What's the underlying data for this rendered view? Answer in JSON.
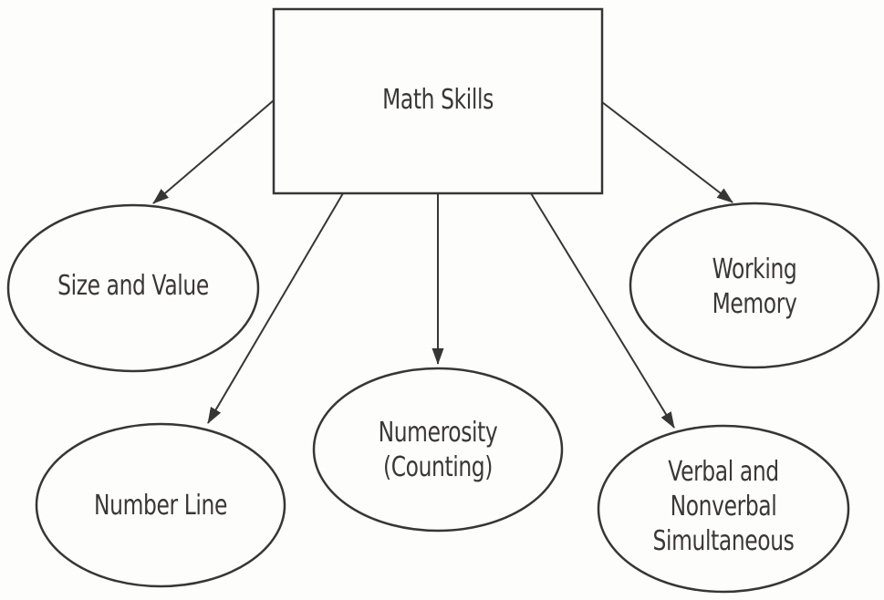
{
  "diagram": {
    "type": "concept-map",
    "title": "Math Skills",
    "nodes": [
      {
        "id": "math-skills",
        "shape": "rectangle",
        "role": "root",
        "lines": [
          "Math Skills"
        ]
      },
      {
        "id": "size-and-value",
        "shape": "ellipse",
        "lines": [
          "Size and Value"
        ]
      },
      {
        "id": "number-line",
        "shape": "ellipse",
        "lines": [
          "Number Line"
        ]
      },
      {
        "id": "numerosity-counting",
        "shape": "ellipse",
        "lines": [
          "Numerosity",
          "(Counting)"
        ]
      },
      {
        "id": "working-memory",
        "shape": "ellipse",
        "lines": [
          "Working",
          "Memory"
        ]
      },
      {
        "id": "verbal-nonverbal-simultaneous",
        "shape": "ellipse",
        "lines": [
          "Verbal and",
          "Nonverbal",
          "Simultaneous"
        ]
      }
    ],
    "edges": [
      {
        "from": "math-skills",
        "to": "size-and-value",
        "style": "solid-arrow"
      },
      {
        "from": "math-skills",
        "to": "number-line",
        "style": "solid-arrow"
      },
      {
        "from": "math-skills",
        "to": "numerosity-counting",
        "style": "solid-arrow"
      },
      {
        "from": "math-skills",
        "to": "working-memory",
        "style": "solid-arrow"
      },
      {
        "from": "math-skills",
        "to": "verbal-nonverbal-simultaneous",
        "style": "solid-arrow"
      }
    ],
    "colors": {
      "stroke": "#363636",
      "text": "#3a3836",
      "background": "#fdfdfc"
    }
  }
}
